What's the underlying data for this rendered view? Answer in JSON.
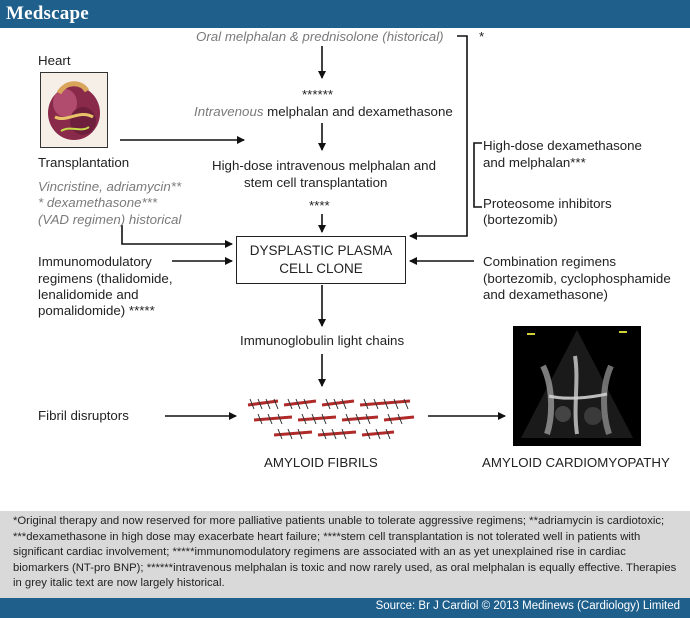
{
  "header": {
    "logo": "Medscape"
  },
  "diagram": {
    "oral_mp": "Oral melphalan & prednisolone (historical)",
    "oral_mp_star": "*",
    "iv_stars": "******",
    "iv_prefix": "Intravenous",
    "iv_rest": " melphalan and dexamethasone",
    "hdm_line1": "High-dose intravenous melphalan and",
    "hdm_line2": "stem cell transplantation",
    "hdm_stars": "****",
    "heart_label": "Heart",
    "transplant_label": "Transplantation",
    "vad_line1": "Vincristine, adriamycin**",
    "vad_line2": "* dexamethasone***",
    "vad_line3": "(VAD regimen)  historical",
    "imid_line1": "Immunomodulatory",
    "imid_line2": "regimens (thalidomide,",
    "imid_line3": "lenalidomide and",
    "imid_line4": "pomalidomide) *****",
    "hd_dex_line1": "High-dose dexamethasone",
    "hd_dex_line2": "and melphalan***",
    "proteosome_line1": "Proteosome inhibitors",
    "proteosome_line2": "(bortezomib)",
    "combo_line1": "Combination regimens",
    "combo_line2": "(bortezomib, cyclophosphamide",
    "combo_line3": "and dexamethasone)",
    "clone_line1": "DYSPLASTIC PLASMA",
    "clone_line2": "CELL CLONE",
    "light_chains": "Immunoglobulin light chains",
    "fibril_disruptors": "Fibril disruptors",
    "amyloid_fibrils": "AMYLOID FIBRILS",
    "amyloid_cm": "AMYLOID CARDIOMYOPATHY"
  },
  "footnote": "*Original therapy and now reserved for more palliative patients unable to tolerate aggressive regimens; **adriamycin is cardiotoxic; ***dexamethasone in high dose may exacerbate heart failure; ****stem cell transplantation is not tolerated well in patients with significant cardiac involvement; *****immunomodulatory regimens are associated with an as yet unexplained rise in cardiac biomarkers (NT-pro BNP); ******intravenous melphalan is toxic and now rarely used, as oral melphalan is equally effective. Therapies in grey italic text are now largely historical.",
  "source": "Source: Br J Cardiol © 2013 Medinews (Cardiology) Limited"
}
